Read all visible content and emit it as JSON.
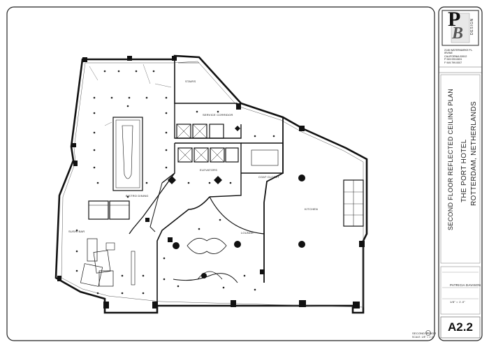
{
  "sheet": {
    "logo": {
      "letter_main": "P",
      "letter_sub": "B",
      "word": "DESIGN"
    },
    "firm_address": [
      "2146 WATERMARKE PL.",
      "IRVINE",
      "CALIFORNIA 92612",
      "P 949.939.8451",
      "F 949.799.0007"
    ],
    "drawing_title": "SECOND FLOOR REFLECTED CEILING PLAN",
    "project_name": "THE PORT HOTEL",
    "project_location": "ROTTERDAM, NETHERLANDS",
    "designer": "PATRICIA DAVISON",
    "scale_note": "1/8\" = 1'-0\"",
    "sheet_number": "A2.2",
    "plan_label": "SECOND FLOOR",
    "plan_scale": "SCALE: 1/8\" = 1'-0\""
  },
  "rooms": {
    "stairs": "STAIRS",
    "service_corridor": "SERVICE CORRIDOR",
    "elevators": "ELEVATORS",
    "bistro_dining": "BISTRO DINING",
    "sushi_bar": "SUSHI BAR",
    "lounge": "LOUNGE",
    "coat_closet": "COAT CLOSET",
    "kitchen": "KITCHEN"
  },
  "colors": {
    "line": "#111111",
    "frame": "#222222",
    "paper": "#ffffff"
  }
}
